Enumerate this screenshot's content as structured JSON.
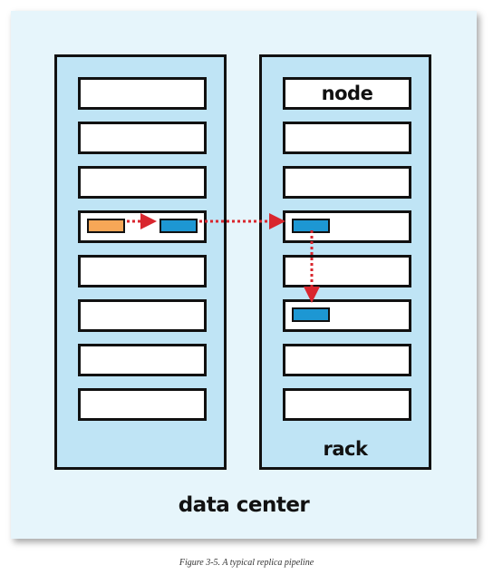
{
  "diagram": {
    "node_label": "node",
    "rack_label": "rack",
    "datacenter_label": "data center"
  },
  "caption": "Figure 3-5. A typical replica pipeline",
  "colors": {
    "datacenter_bg": "#e6f5fb",
    "rack_bg": "#bfe4f5",
    "client_block": "#f7a757",
    "replica_block": "#1d97d3",
    "arrow": "#d9262e"
  }
}
